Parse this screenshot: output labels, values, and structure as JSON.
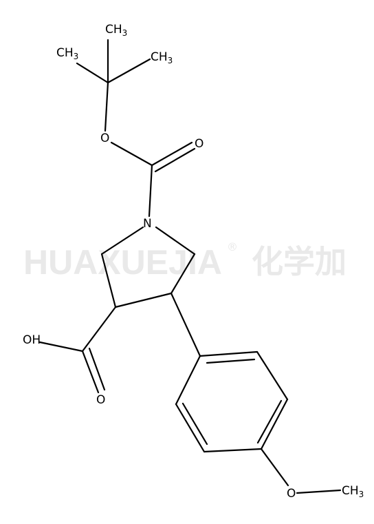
{
  "watermark": {
    "latin": "HUAXUEJIA",
    "registered": "®",
    "chinese": "化学加"
  },
  "atoms": {
    "methyl_top": {
      "main": "CH",
      "sub": "3"
    },
    "methyl_left": {
      "main": "CH",
      "sub": "3"
    },
    "methyl_right": {
      "main": "CH",
      "sub": "3"
    },
    "ester_oxygen": "O",
    "carbonyl_oxygen": "O",
    "nitrogen": "N",
    "hydroxyl": {
      "main": "OH"
    },
    "acid_carbonyl_oxygen": "O",
    "methoxy_oxygen": "O",
    "methoxy_methyl": {
      "main": "CH",
      "sub": "3"
    }
  },
  "colors": {
    "bond": "#000000",
    "watermark": "#e9e9e9",
    "background": "#ffffff"
  }
}
